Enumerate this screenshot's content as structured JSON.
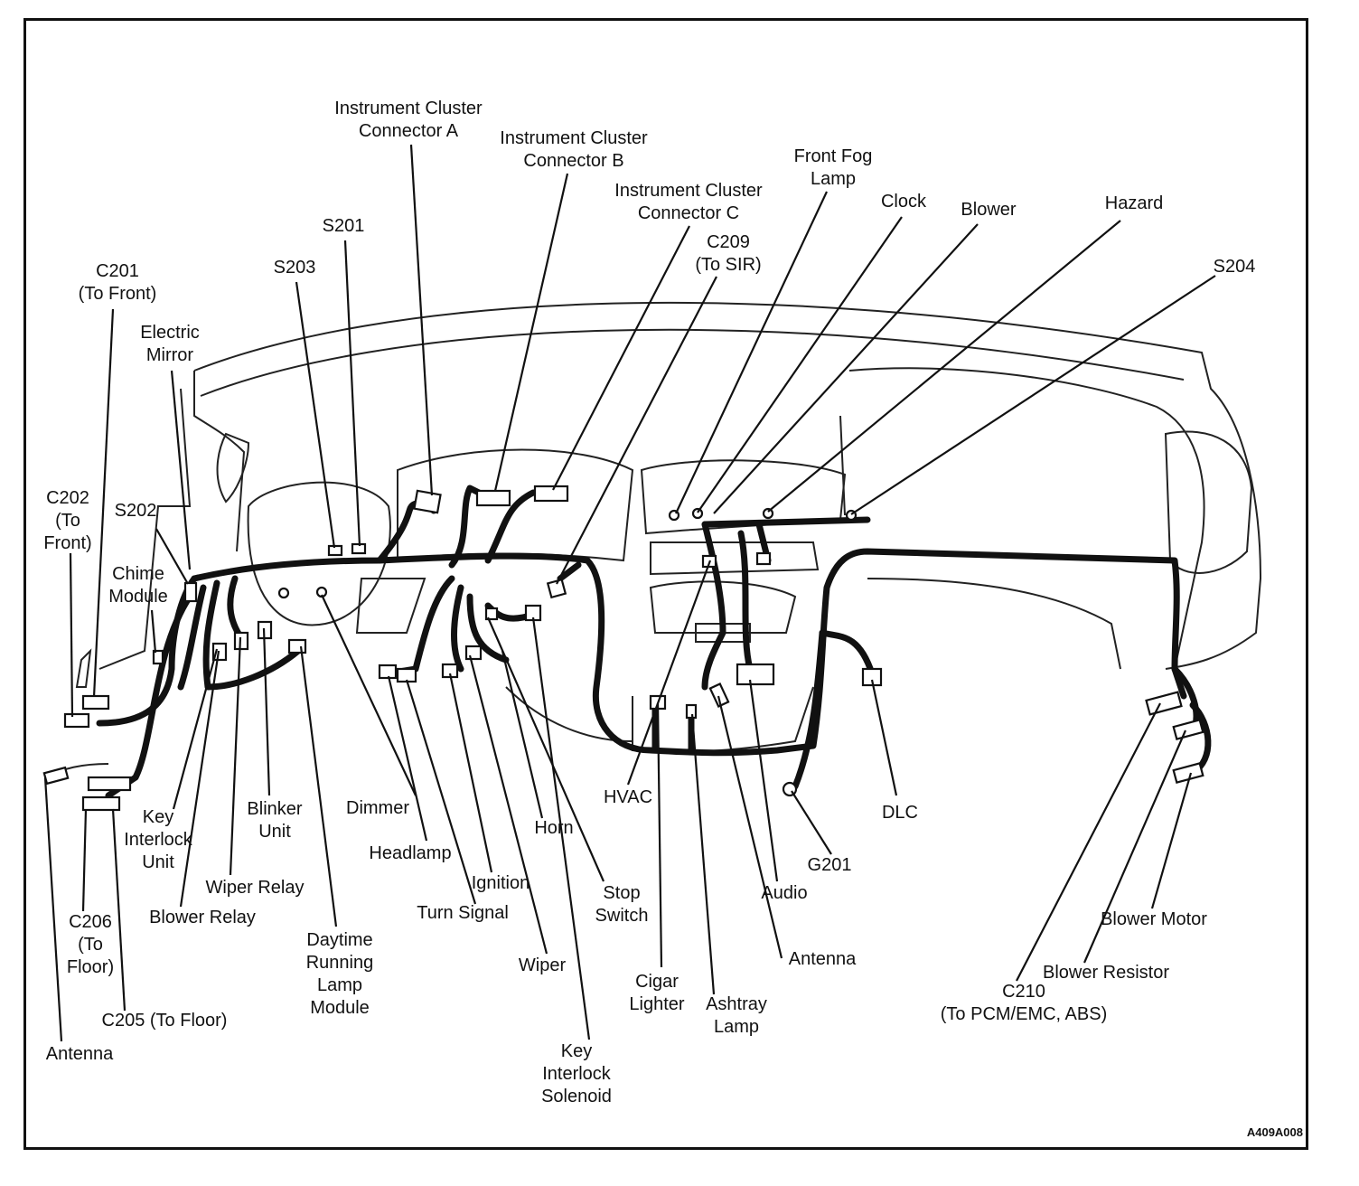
{
  "diagram_code": "A409A008",
  "labels": {
    "ic_a": [
      "Instrument Cluster",
      "Connector A"
    ],
    "ic_b": [
      "Instrument Cluster",
      "Connector B"
    ],
    "ic_c": [
      "Instrument Cluster",
      "Connector C"
    ],
    "front_fog": [
      "Front Fog",
      "Lamp"
    ],
    "clock": [
      "Clock"
    ],
    "blower": [
      "Blower"
    ],
    "hazard": [
      "Hazard"
    ],
    "s204": [
      "S204"
    ],
    "c209": [
      "C209",
      "(To SIR)"
    ],
    "s201": [
      "S201"
    ],
    "s203": [
      "S203"
    ],
    "c201": [
      "C201",
      "(To Front)"
    ],
    "electric_mirror": [
      "Electric",
      "Mirror"
    ],
    "c202": [
      "C202",
      "(To",
      "Front)"
    ],
    "s202": [
      "S202"
    ],
    "chime_module": [
      "Chime",
      "Module"
    ],
    "key_interlock_unit": [
      "Key",
      "Interlock",
      "Unit"
    ],
    "blinker_unit": [
      "Blinker",
      "Unit"
    ],
    "wiper_relay": [
      "Wiper Relay"
    ],
    "blower_relay": [
      "Blower Relay"
    ],
    "c206": [
      "C206",
      "(To",
      "Floor)"
    ],
    "c205": [
      "C205 (To Floor)"
    ],
    "antenna_left": [
      "Antenna"
    ],
    "drl_module": [
      "Daytime",
      "Running",
      "Lamp",
      "Module"
    ],
    "dimmer": [
      "Dimmer"
    ],
    "headlamp": [
      "Headlamp"
    ],
    "ignition": [
      "Ignition"
    ],
    "turn_signal": [
      "Turn Signal"
    ],
    "horn": [
      "Horn"
    ],
    "wiper": [
      "Wiper"
    ],
    "stop_switch": [
      "Stop",
      "Switch"
    ],
    "key_interlock_solenoid": [
      "Key",
      "Interlock",
      "Solenoid"
    ],
    "hvac": [
      "HVAC"
    ],
    "cigar_lighter": [
      "Cigar",
      "Lighter"
    ],
    "ashtray_lamp": [
      "Ashtray",
      "Lamp"
    ],
    "antenna_mid": [
      "Antenna"
    ],
    "audio": [
      "Audio"
    ],
    "g201": [
      "G201"
    ],
    "dlc": [
      "DLC"
    ],
    "blower_motor": [
      "Blower Motor"
    ],
    "blower_resistor": [
      "Blower Resistor"
    ],
    "c210": [
      "C210",
      "(To PCM/EMC, ABS)"
    ]
  }
}
